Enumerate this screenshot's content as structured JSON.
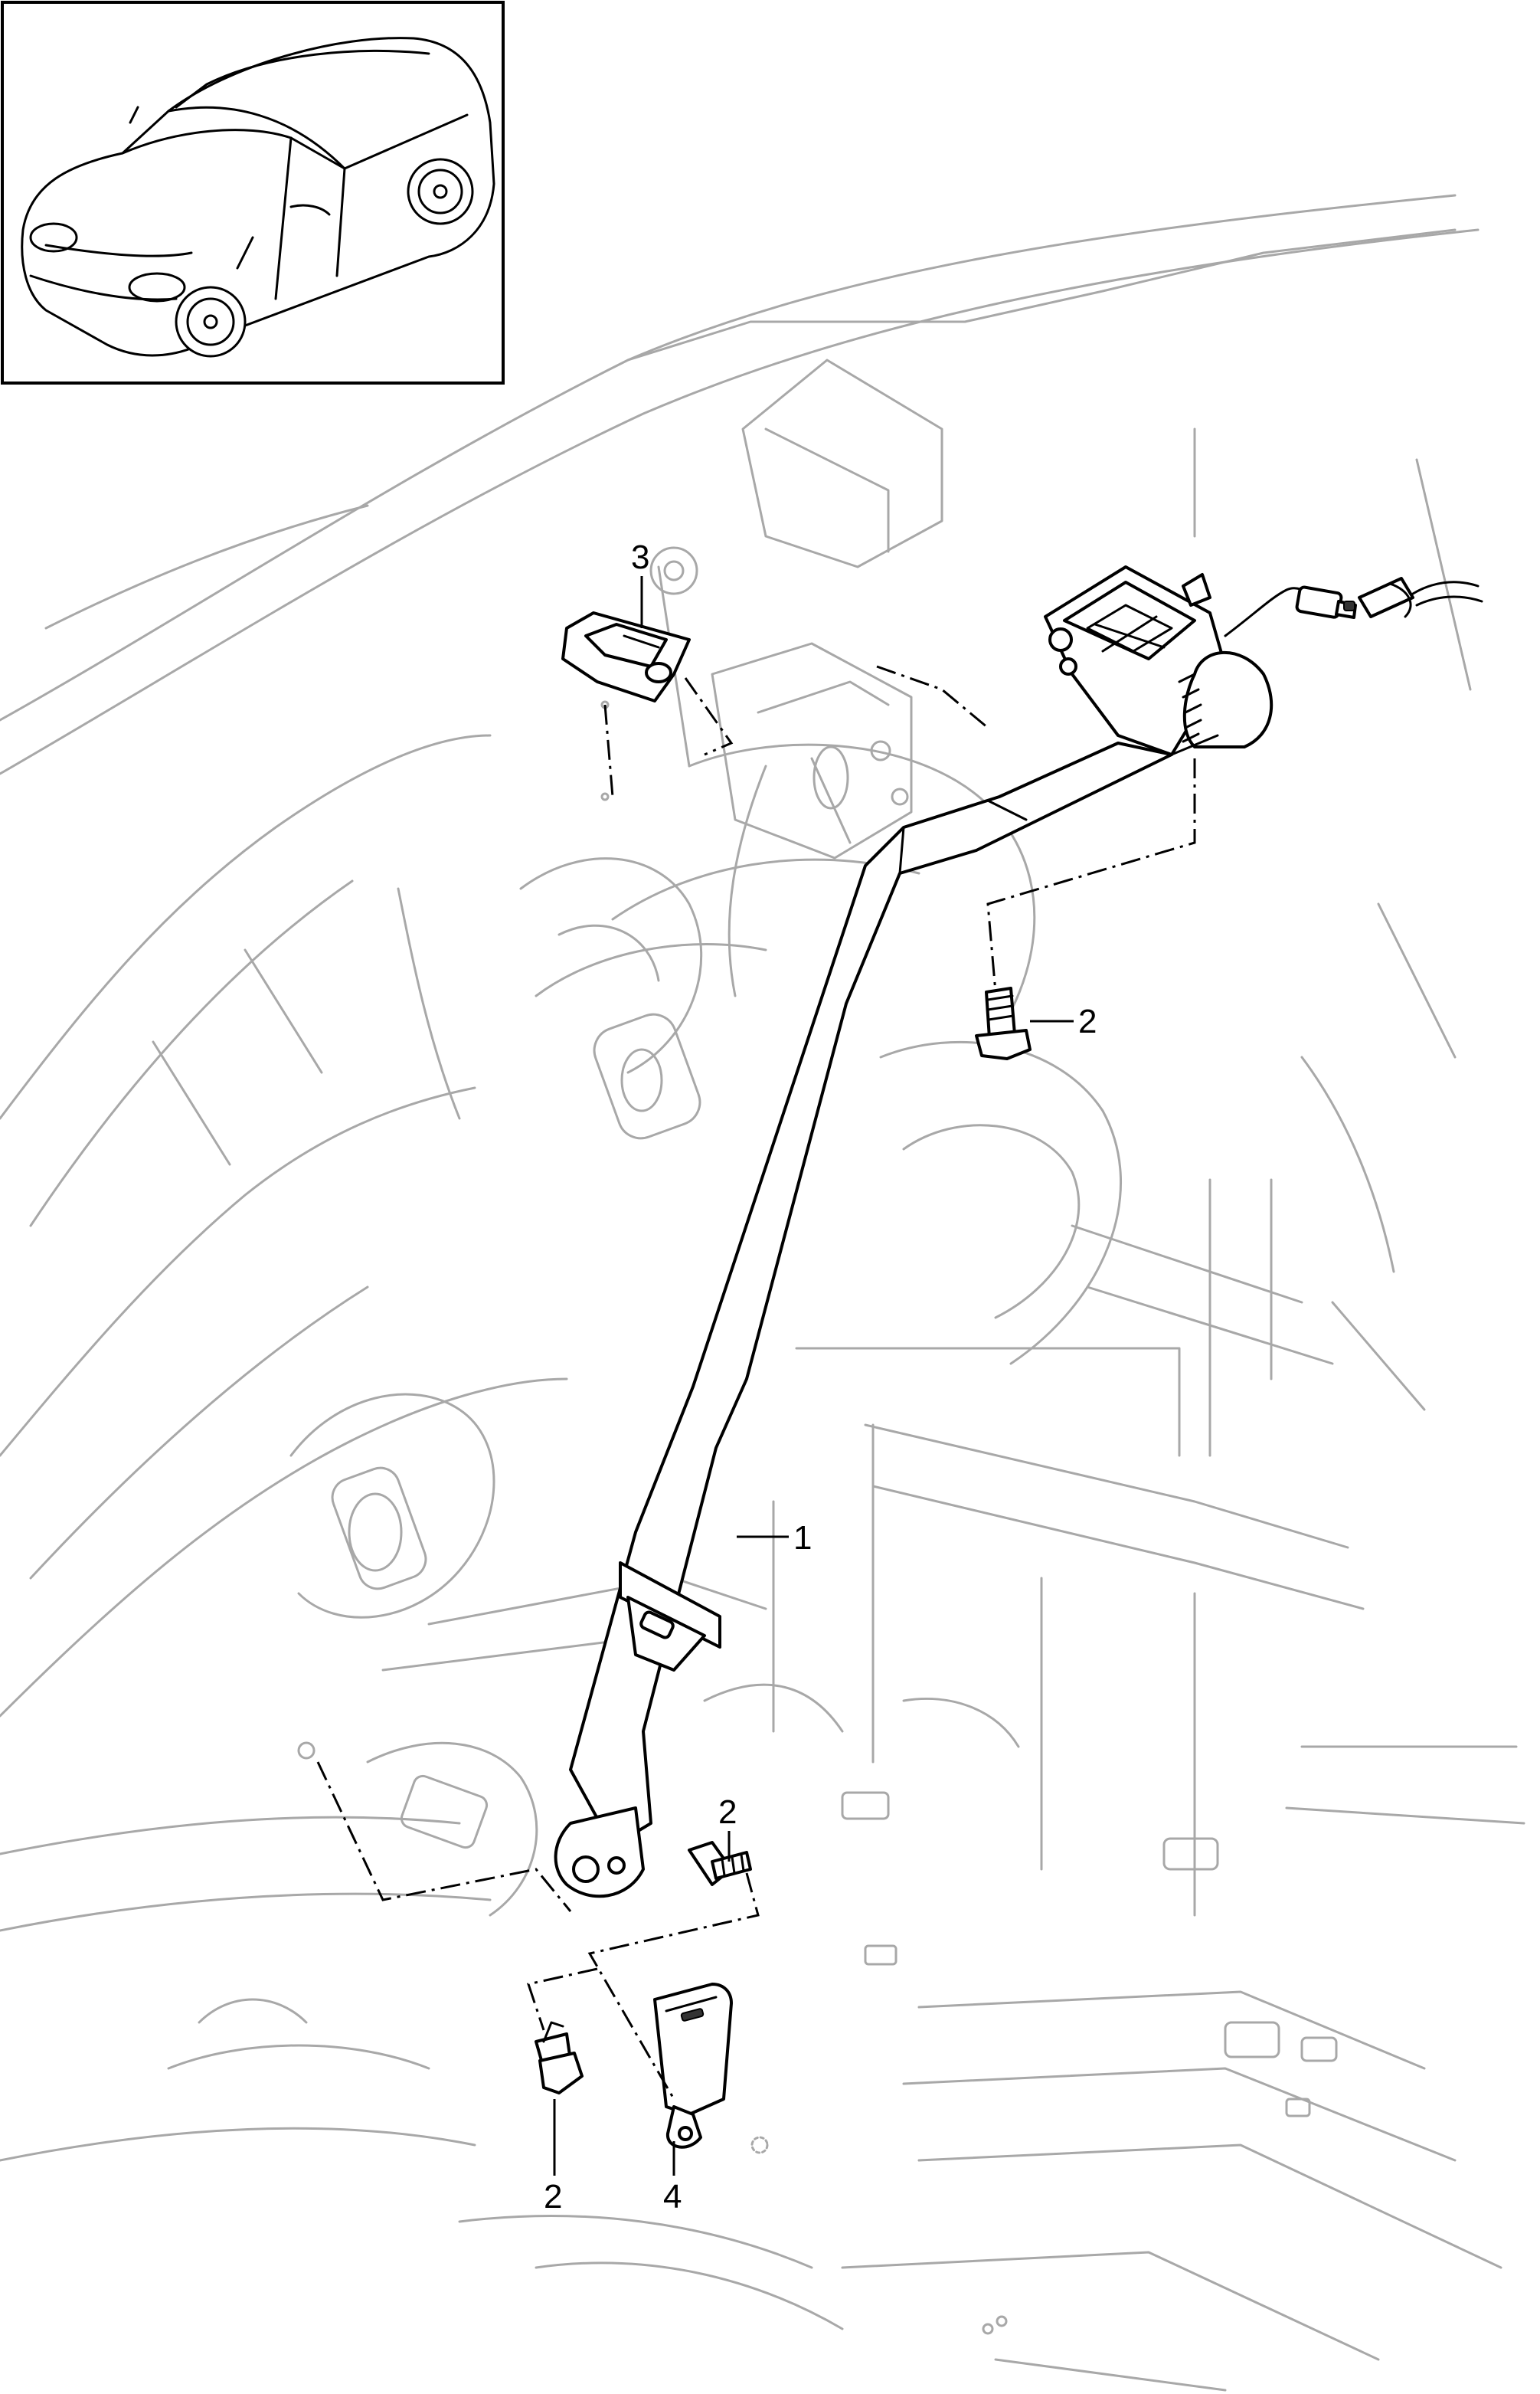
{
  "diagram": {
    "callouts": [
      {
        "id": "belt",
        "label": "1"
      },
      {
        "id": "upper-bolt",
        "label": "2"
      },
      {
        "id": "guide-bolt",
        "label": "2"
      },
      {
        "id": "lower-bolt",
        "label": "2"
      },
      {
        "id": "trim-cover",
        "label": "3"
      },
      {
        "id": "buckle",
        "label": "4"
      }
    ]
  },
  "colors": {
    "line": "#000000",
    "background_lines": "#a8a8a8",
    "paper": "#ffffff"
  }
}
